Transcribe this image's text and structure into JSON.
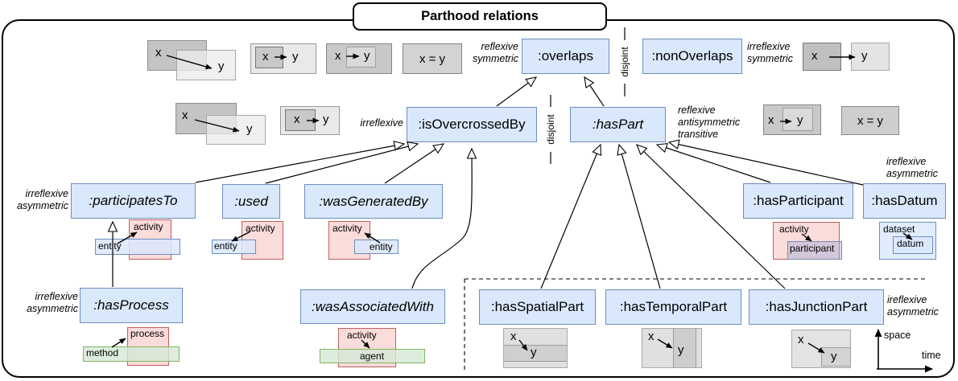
{
  "title": "Parthood relations",
  "relations": {
    "overlaps": ":overlaps",
    "nonOverlaps": ":nonOverlaps",
    "isOvercrossedBy": ":isOvercrossedBy",
    "hasPart": ":hasPart",
    "participatesTo": ":participatesTo",
    "used": ":used",
    "wasGeneratedBy": ":wasGeneratedBy",
    "hasParticipant": ":hasParticipant",
    "hasDatum": ":hasDatum",
    "hasProcess": ":hasProcess",
    "wasAssociatedWith": ":wasAssociatedWith",
    "hasSpatialPart": ":hasSpatialPart",
    "hasTemporalPart": ":hasTemporalPart",
    "hasJunctionPart": ":hasJunctionPart"
  },
  "annotations": {
    "overlaps": "reflexive\nsymmetric",
    "nonOverlaps": "irreflexive\nsymmetric",
    "isOvercrossedBy": "irreflexive",
    "hasPart": "reflexive\nantisymmetric\ntransitive",
    "participatesTo": "irreflexive\nasymmetric",
    "hasDatum": "ireflexive\nasymmetric",
    "hasProcess": "irreflexive\nasymmetric",
    "hasJunctionPart": "ireflexive\nasymmetric",
    "disjoint": "disjoint"
  },
  "glyphs": {
    "x": "x",
    "y": "y",
    "x_eq_y": "x = y"
  },
  "mini_labels": {
    "entity": "entity",
    "activity": "activity",
    "process": "process",
    "method": "method",
    "agent": "agent",
    "participant": "participant",
    "dataset": "dataset",
    "datum": "datum"
  },
  "axes": {
    "vertical": "space",
    "horizontal": "time"
  },
  "colors": {
    "relation_fill": "#dae8fc",
    "relation_border": "#6c8ebf",
    "activity_fill": "#f8cecc",
    "activity_border": "#b85450",
    "method_fill": "#d5e8d4",
    "method_border": "#82b366"
  }
}
